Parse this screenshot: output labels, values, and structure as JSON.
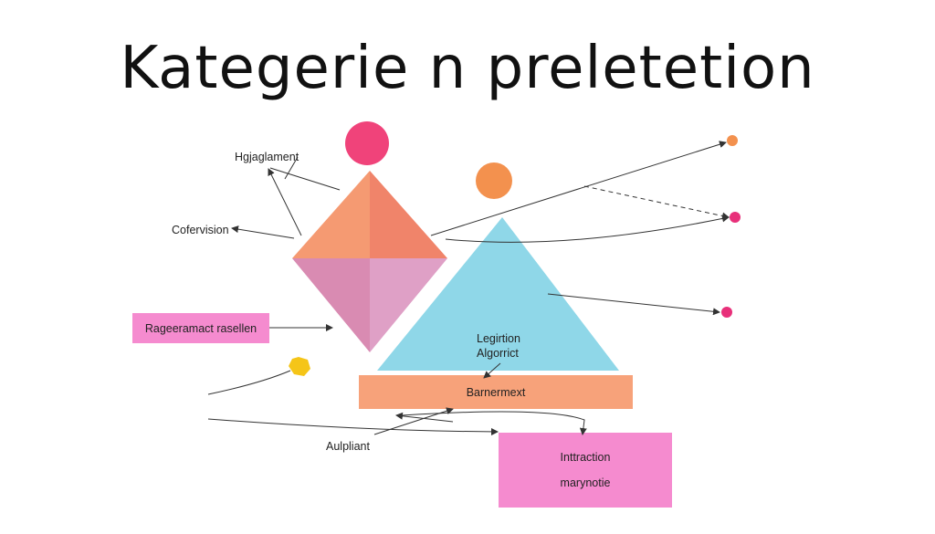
{
  "title": "Kategerie n preletetion",
  "labels": {
    "hgjaglament": "Hgjaglament",
    "cofervision": "Cofervision",
    "legirtion": "Legirtion",
    "algorrict": "Algorrict",
    "aulpliant": "Aulpliant"
  },
  "boxes": {
    "ragem": "Rageeramact rasellen",
    "banner": "Barnermext",
    "intr_line1": "Inttraction",
    "intr_line2": "marynotie"
  },
  "colors": {
    "pink_dot": "#f0437a",
    "orange_dot": "#f3914e",
    "diamond_top": "#f48c6c",
    "diamond_bottom": "#d88fb3",
    "triangle": "#8fd7e8",
    "banner": "#f7a27a",
    "pink_box": "#f58bcf",
    "yellow_hex": "#f5c518",
    "line": "#333333"
  }
}
